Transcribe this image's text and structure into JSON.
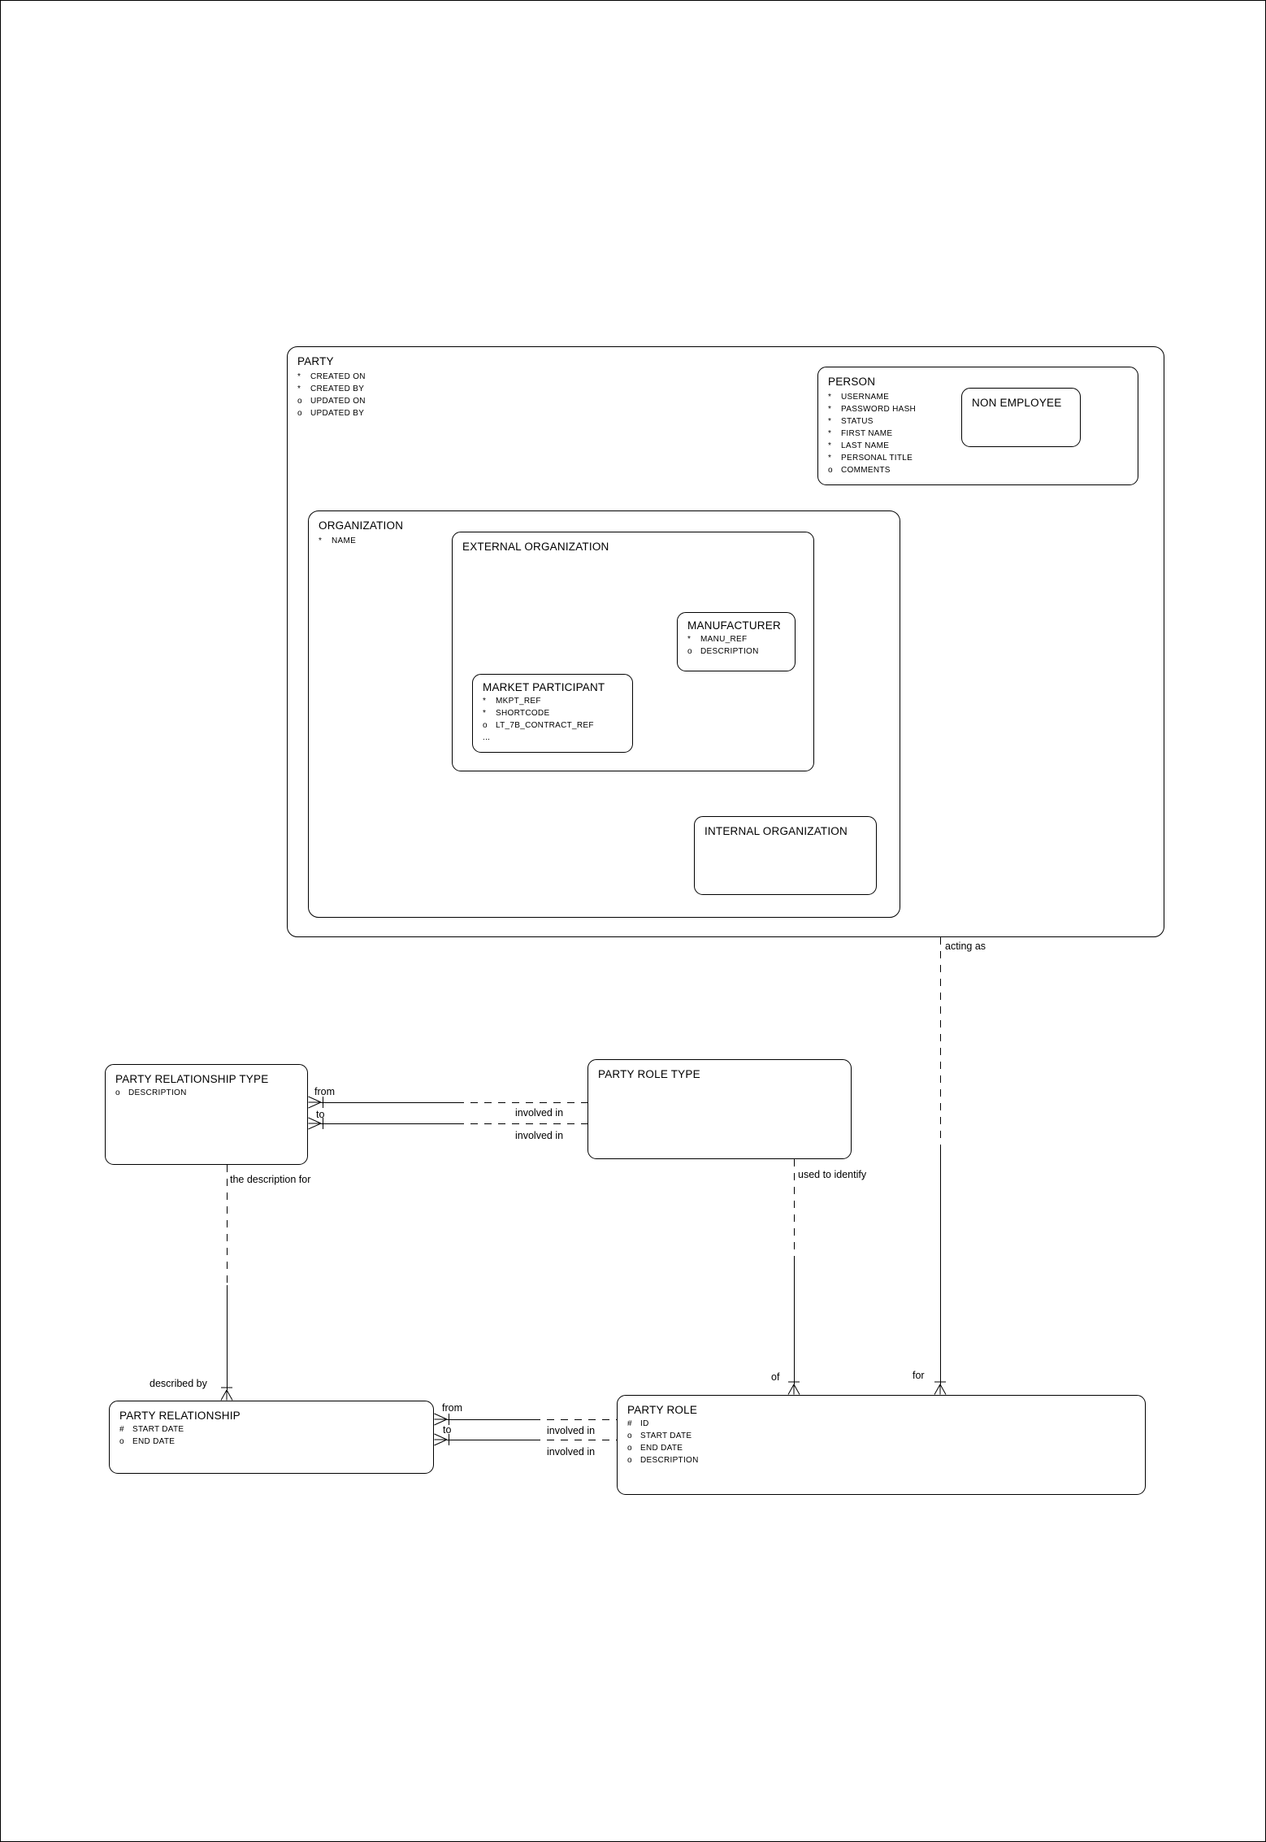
{
  "page": {
    "background": "#ffffff",
    "line_color": "#000000",
    "text_color": "#000000"
  },
  "entities": {
    "party": {
      "title": "PARTY",
      "attributes": [
        {
          "prefix": "*",
          "name": "CREATED ON"
        },
        {
          "prefix": "*",
          "name": "CREATED BY"
        },
        {
          "prefix": "o",
          "name": "UPDATED ON"
        },
        {
          "prefix": "o",
          "name": "UPDATED BY"
        }
      ]
    },
    "person": {
      "title": "PERSON",
      "attributes": [
        {
          "prefix": "*",
          "name": "USERNAME"
        },
        {
          "prefix": "*",
          "name": "PASSWORD HASH"
        },
        {
          "prefix": "*",
          "name": "STATUS"
        },
        {
          "prefix": "*",
          "name": "FIRST NAME"
        },
        {
          "prefix": "*",
          "name": "LAST NAME"
        },
        {
          "prefix": "*",
          "name": "PERSONAL TITLE"
        },
        {
          "prefix": "o",
          "name": "COMMENTS"
        }
      ]
    },
    "non_employee": {
      "title": "NON EMPLOYEE",
      "attributes": []
    },
    "organization": {
      "title": "ORGANIZATION",
      "attributes": [
        {
          "prefix": "*",
          "name": "NAME"
        }
      ]
    },
    "external_organization": {
      "title": "EXTERNAL ORGANIZATION",
      "attributes": []
    },
    "manufacturer": {
      "title": "MANUFACTURER",
      "attributes": [
        {
          "prefix": "*",
          "name": "MANU_REF"
        },
        {
          "prefix": "o",
          "name": "DESCRIPTION"
        }
      ]
    },
    "market_participant": {
      "title": "MARKET PARTICIPANT",
      "attributes": [
        {
          "prefix": "*",
          "name": "MKPT_REF"
        },
        {
          "prefix": "*",
          "name": "SHORTCODE"
        },
        {
          "prefix": "o",
          "name": "LT_7B_CONTRACT_REF"
        },
        {
          "prefix": "...",
          "name": ""
        }
      ]
    },
    "internal_organization": {
      "title": "INTERNAL ORGANIZATION",
      "attributes": []
    },
    "party_relationship_type": {
      "title": "PARTY RELATIONSHIP TYPE",
      "attributes": [
        {
          "prefix": "o",
          "name": "DESCRIPTION"
        }
      ]
    },
    "party_role_type": {
      "title": "PARTY ROLE TYPE",
      "attributes": []
    },
    "party_relationship": {
      "title": "PARTY RELATIONSHIP",
      "attributes": [
        {
          "prefix": "#",
          "name": "START DATE"
        },
        {
          "prefix": "o",
          "name": "END DATE"
        }
      ]
    },
    "party_role": {
      "title": "PARTY ROLE",
      "attributes": [
        {
          "prefix": "#",
          "name": "ID"
        },
        {
          "prefix": "o",
          "name": "START DATE"
        },
        {
          "prefix": "o",
          "name": "END DATE"
        },
        {
          "prefix": "o",
          "name": "DESCRIPTION"
        }
      ]
    }
  },
  "relationship_labels": {
    "acting_as": "acting as",
    "from_top": "from",
    "to_top": "to",
    "involved_in_top_a": "involved in",
    "involved_in_top_b": "involved in",
    "the_description_for": "the description for",
    "used_to_identify": "used to identify",
    "described_by": "described by",
    "of": "of",
    "for": "for",
    "from_bottom": "from",
    "to_bottom": "to",
    "involved_in_bottom_a": "involved in",
    "involved_in_bottom_b": "involved in"
  }
}
